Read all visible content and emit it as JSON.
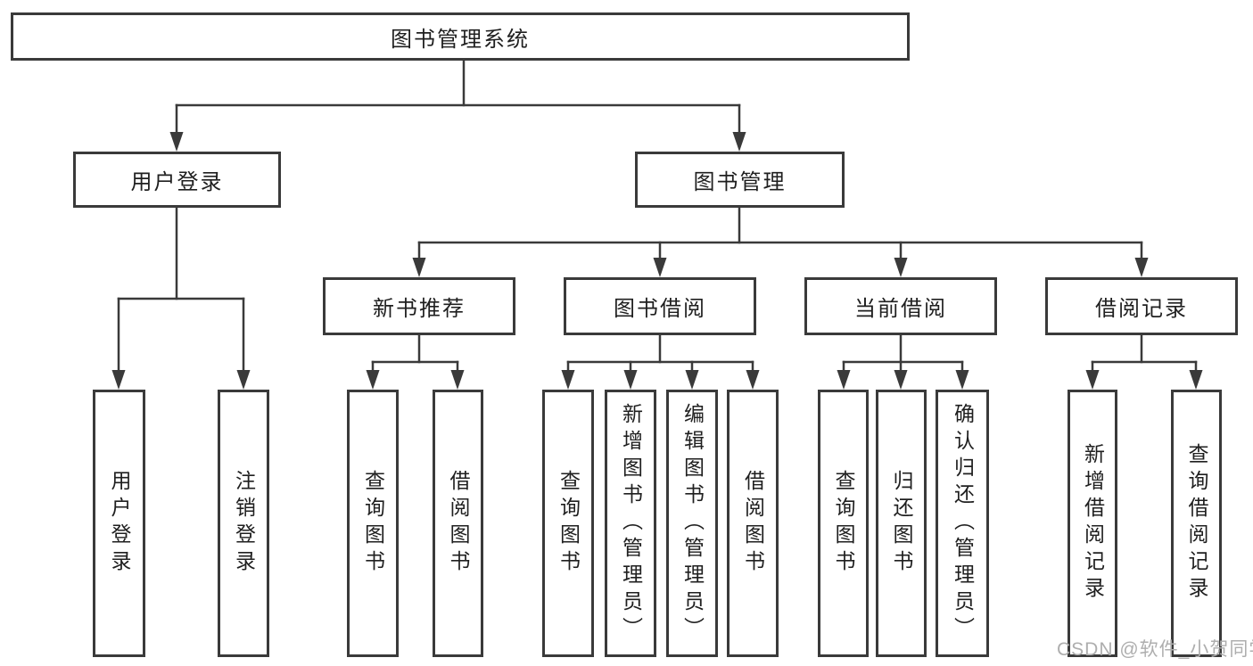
{
  "diagram_type": "hierarchy-tree",
  "colors": {
    "background": "#ffffff",
    "line": "#3a3a3a",
    "box_border": "#3a3a3a",
    "text": "#1f1f1f",
    "watermark": "#aeaeae"
  },
  "tree": {
    "label": "图书管理系统",
    "children": [
      {
        "label": "用户登录",
        "children": [
          {
            "label": "用户登录"
          },
          {
            "label": "注销登录"
          }
        ]
      },
      {
        "label": "图书管理",
        "children": [
          {
            "label": "新书推荐",
            "children": [
              {
                "label": "查询图书"
              },
              {
                "label": "借阅图书"
              }
            ]
          },
          {
            "label": "图书借阅",
            "children": [
              {
                "label": "查询图书"
              },
              {
                "label": "新增图书（管理员）"
              },
              {
                "label": "编辑图书（管理员）"
              },
              {
                "label": "借阅图书"
              }
            ]
          },
          {
            "label": "当前借阅",
            "children": [
              {
                "label": "查询图书"
              },
              {
                "label": "归还图书"
              },
              {
                "label": "确认归还（管理员）"
              }
            ]
          },
          {
            "label": "借阅记录",
            "children": [
              {
                "label": "新增借阅记录"
              },
              {
                "label": "查询借阅记录"
              }
            ]
          }
        ]
      }
    ]
  },
  "watermark": {
    "text": "CSDN @软件_小贺同学"
  }
}
